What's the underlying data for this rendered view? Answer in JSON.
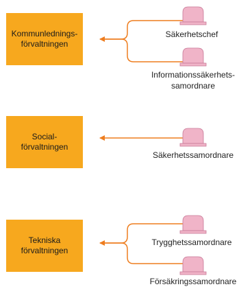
{
  "colors": {
    "department_fill": "#f7a81e",
    "connector": "#ee7d1e",
    "person_icon": "#f0b4c8",
    "person_icon_outline": "#c87a98"
  },
  "groups": [
    {
      "department": "Kommunlednings-\nförvaltningen",
      "roles": [
        "Säkerhetschef",
        "Informationssäkerhets-\nsamordnare"
      ]
    },
    {
      "department": "Social-\nförvaltningen",
      "roles": [
        "Säkerhetssamordnare"
      ]
    },
    {
      "department": "Tekniska\nförvaltningen",
      "roles": [
        "Trygghetssamordnare",
        "Försäkringssamordnare"
      ]
    }
  ]
}
